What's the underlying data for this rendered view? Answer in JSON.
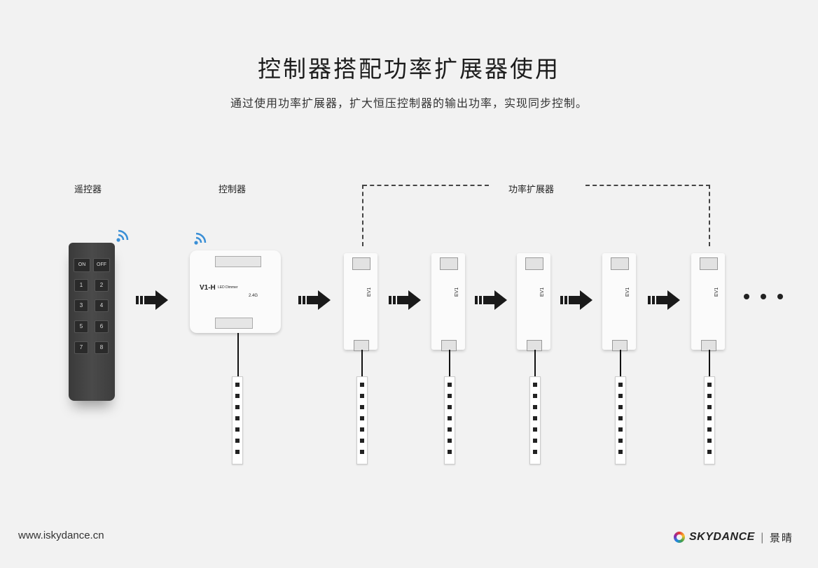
{
  "title": "控制器搭配功率扩展器使用",
  "subtitle": "通过使用功率扩展器，扩大恒压控制器的输出功率，实现同步控制。",
  "labels": {
    "remote": "遥控器",
    "controller": "控制器",
    "amplifier": "功率扩展器"
  },
  "remote": {
    "buttons": [
      "ON",
      "OFF",
      "1",
      "2",
      "3",
      "4",
      "5",
      "6",
      "7",
      "8"
    ]
  },
  "controller": {
    "model": "V1-H",
    "model_desc": "LED Dimmer",
    "freq": "2.4G"
  },
  "amplifiers": [
    {
      "model": "EV1"
    },
    {
      "model": "EV1"
    },
    {
      "model": "EV1"
    },
    {
      "model": "EV1"
    },
    {
      "model": "EV1"
    }
  ],
  "footer": {
    "url": "www.iskydance.cn",
    "brand": "SKYDANCE",
    "separator": "|",
    "brand_cn": "景晴"
  },
  "colors": {
    "background": "#f2f2f2",
    "wifi": "#3a8fd6",
    "arrow": "#1a1a1a"
  }
}
